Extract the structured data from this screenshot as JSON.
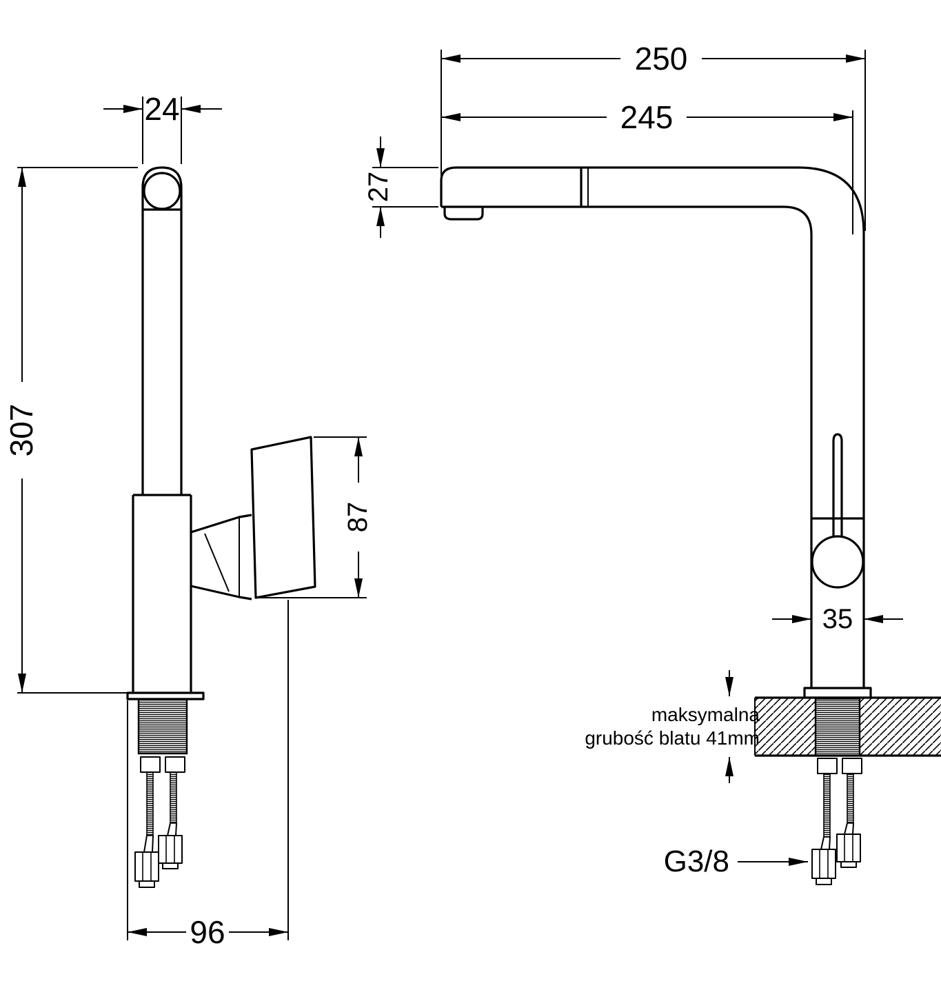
{
  "meta": {
    "background_color": "#ffffff",
    "line_color": "#000000",
    "drawing_type": "kitchen faucet technical dimension drawing, two views"
  },
  "dimensions": {
    "spout_top_width": "24",
    "total_height": "307",
    "handle_length": "87",
    "base_span": "96",
    "overall_reach": "250",
    "spout_reach": "245",
    "spout_drop": "27",
    "body_width": "35",
    "thread_size": "G3/8"
  },
  "notes": {
    "countertop_line1": "maksymalna",
    "countertop_line2": "grubość blatu 41mm"
  }
}
